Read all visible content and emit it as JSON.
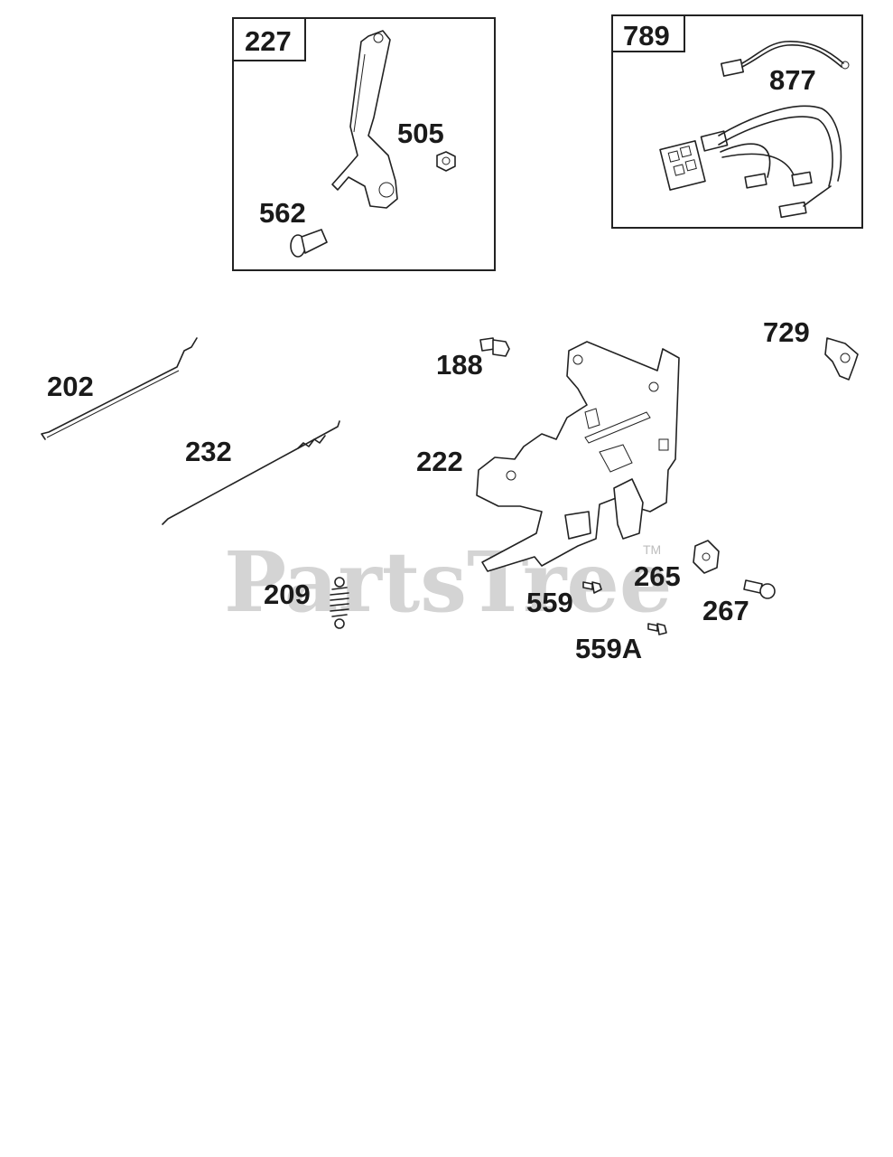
{
  "watermark": {
    "text": "PartsTree",
    "trademark": "TM"
  },
  "kits": {
    "k227": {
      "label": "227",
      "parts": [
        "505",
        "562"
      ]
    },
    "k789": {
      "label": "789",
      "parts": [
        "877"
      ]
    }
  },
  "callouts": {
    "p202": "202",
    "p232": "232",
    "p209": "209",
    "p188": "188",
    "p222": "222",
    "p729": "729",
    "p265": "265",
    "p267": "267",
    "p559": "559",
    "p559a": "559A"
  }
}
